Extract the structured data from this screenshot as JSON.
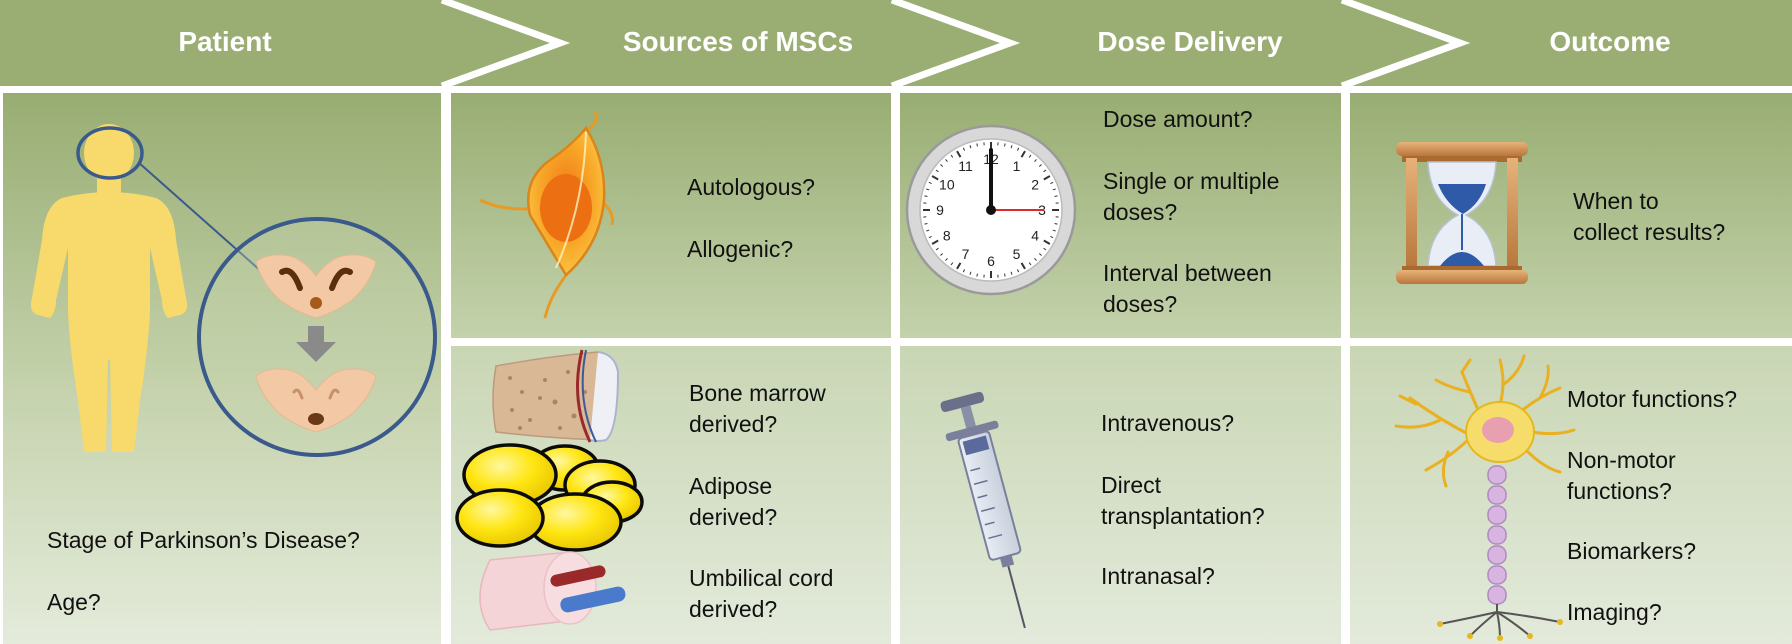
{
  "colors": {
    "header_green": "#9aae74",
    "panel_green_top": "#98ad72",
    "panel_green_bottom": "#dbe4cb",
    "body_yellow": "#f8d96c",
    "circle_blue": "#3b5a8c"
  },
  "headers": [
    "Patient",
    "Sources of MSCs",
    "Dose Delivery",
    "Outcome"
  ],
  "patient": {
    "items": [
      "Stage of Parkinson’s Disease?",
      "Age?"
    ]
  },
  "sources": {
    "top": {
      "lines": [
        "Autologous?",
        "Allogenic?"
      ]
    },
    "bottom": {
      "bone": [
        "Bone marrow",
        "derived?"
      ],
      "adipose": [
        "Adipose",
        "derived?"
      ],
      "cord": [
        "Umbilical cord",
        "derived?"
      ]
    }
  },
  "dose": {
    "top": {
      "amount": "Dose amount?",
      "single": [
        "Single or multiple",
        "doses?"
      ],
      "interval": [
        "Interval between",
        "doses?"
      ]
    },
    "bottom": {
      "iv": "Intravenous?",
      "direct": [
        "Direct",
        "transplantation?"
      ],
      "intranasal": "Intranasal?"
    }
  },
  "outcome": {
    "top": {
      "lines": [
        "When to",
        "collect results?"
      ]
    },
    "bottom": {
      "motor": "Motor functions?",
      "nonmotor": [
        "Non-motor",
        "functions?"
      ],
      "biomarkers": "Biomarkers?",
      "imaging": "Imaging?"
    }
  },
  "clock": {
    "numbers": [
      "12",
      "1",
      "2",
      "3",
      "4",
      "5",
      "6",
      "7",
      "8",
      "9",
      "10",
      "11"
    ]
  }
}
